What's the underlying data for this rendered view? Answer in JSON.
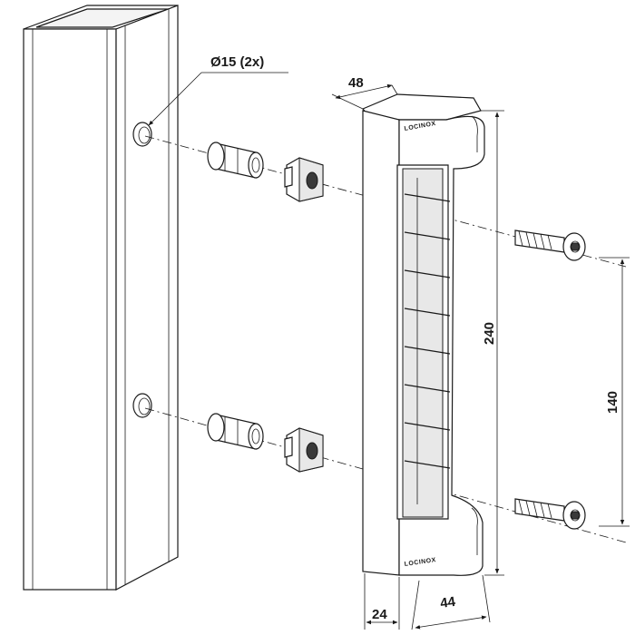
{
  "dimensions": {
    "hole": "Ø15 (2x)",
    "depth": "48",
    "height": "240",
    "spacing": "140",
    "width_a": "24",
    "width_b": "44"
  },
  "brand": {
    "top": "LOCINOX",
    "bottom": "LOCINOX"
  }
}
